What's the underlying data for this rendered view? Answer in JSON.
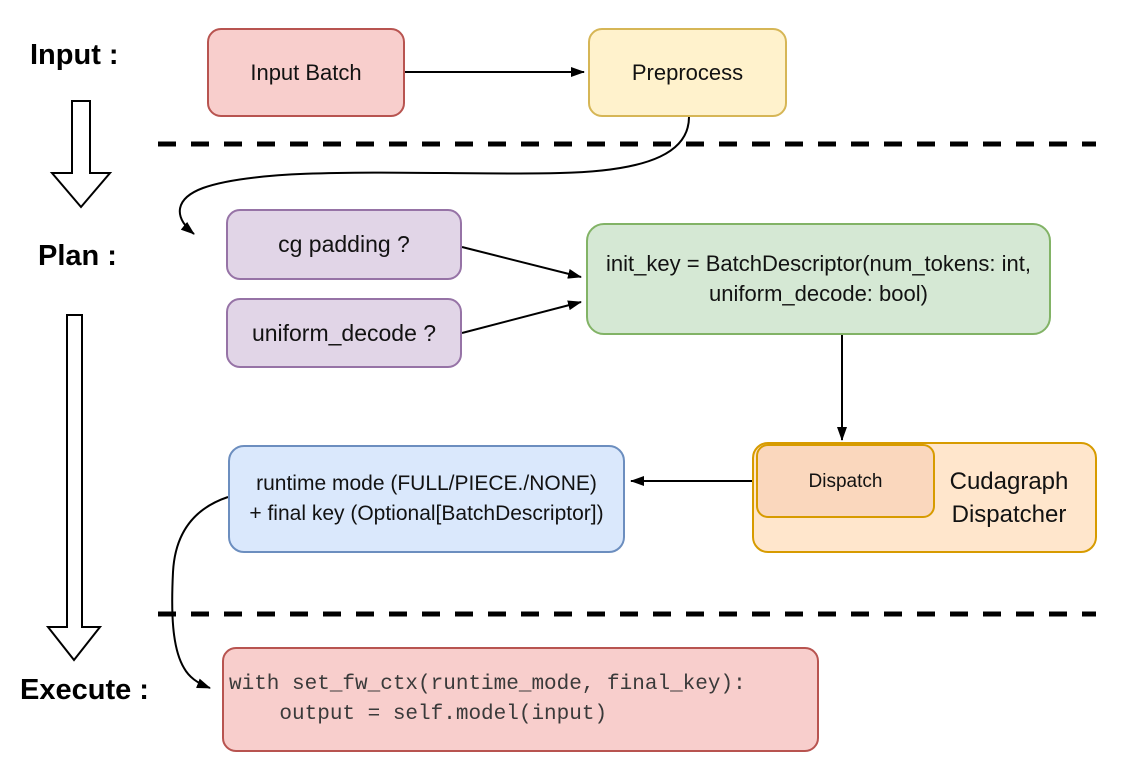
{
  "labels": {
    "input": "Input :",
    "plan": "Plan :",
    "execute": "Execute :"
  },
  "nodes": {
    "input_batch": {
      "label": "Input Batch",
      "fill": "#f8cecc",
      "stroke": "#b85450"
    },
    "preprocess": {
      "label": "Preprocess",
      "fill": "#fff2cc",
      "stroke": "#d6b656"
    },
    "cg_padding": {
      "label": "cg padding ?",
      "fill": "#e1d5e7",
      "stroke": "#9673a6"
    },
    "uniform_decode": {
      "label": "uniform_decode ?",
      "fill": "#e1d5e7",
      "stroke": "#9673a6"
    },
    "init_key": {
      "line1": "init_key = BatchDescriptor(num_tokens: int,",
      "line2": "uniform_decode: bool)",
      "fill": "#d5e8d4",
      "stroke": "#82b366"
    },
    "cudagraph_dispatcher": {
      "line1": "Cudagraph",
      "line2": "Dispatcher",
      "fill": "#ffe6cc",
      "stroke": "#d79b00"
    },
    "dispatch": {
      "label": "Dispatch",
      "fill": "#fad7bd",
      "stroke": "#d79b00"
    },
    "runtime_mode": {
      "line1": "runtime mode (FULL/PIECE./NONE)",
      "line2": "+ final key (Optional[BatchDescriptor])",
      "fill": "#dae8fc",
      "stroke": "#6c8ebf"
    },
    "execute_code": {
      "line1": "with set_fw_ctx(runtime_mode, final_key):",
      "line2": "    output = self.model(input)",
      "fill": "#f8cecc",
      "stroke": "#b85450"
    }
  }
}
